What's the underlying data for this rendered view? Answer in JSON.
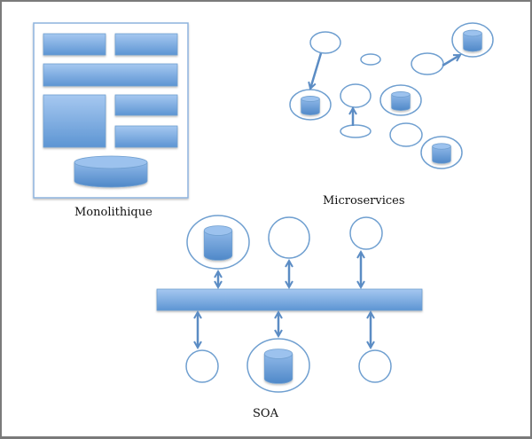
{
  "diagram": {
    "colors": {
      "block_fill_top": "#a6c8f0",
      "block_fill_bottom": "#5d95d3",
      "stroke": "#6f9fd0",
      "arrow": "#5b8cc4",
      "frame": "#7a7a7a"
    },
    "labels": {
      "monolith": "Monolithique",
      "microservices": "Microservices",
      "soa": "SOA"
    },
    "monolith": {
      "components": 6,
      "has_database": true
    },
    "microservices": {
      "services": [
        {
          "id": "ms1",
          "has_database": false
        },
        {
          "id": "ms2",
          "has_database": false
        },
        {
          "id": "ms3",
          "has_database": true
        },
        {
          "id": "ms4",
          "has_database": false
        },
        {
          "id": "ms5",
          "has_database": false
        },
        {
          "id": "ms6",
          "has_database": true
        },
        {
          "id": "ms7",
          "has_database": false
        },
        {
          "id": "ms8",
          "has_database": true
        },
        {
          "id": "ms9",
          "has_database": false
        },
        {
          "id": "ms10",
          "has_database": true
        }
      ],
      "connections": [
        {
          "from": "ms1",
          "to": "ms3"
        },
        {
          "from": "ms5",
          "to": "ms4"
        },
        {
          "from": "ms7",
          "to": "ms8"
        }
      ]
    },
    "soa": {
      "bus": "service-bus",
      "top_services": [
        {
          "id": "soa-top-1",
          "has_database": true
        },
        {
          "id": "soa-top-2",
          "has_database": false
        },
        {
          "id": "soa-top-3",
          "has_database": false
        }
      ],
      "bottom_services": [
        {
          "id": "soa-bottom-1",
          "has_database": false
        },
        {
          "id": "soa-bottom-2",
          "has_database": true
        },
        {
          "id": "soa-bottom-3",
          "has_database": false
        }
      ]
    }
  }
}
